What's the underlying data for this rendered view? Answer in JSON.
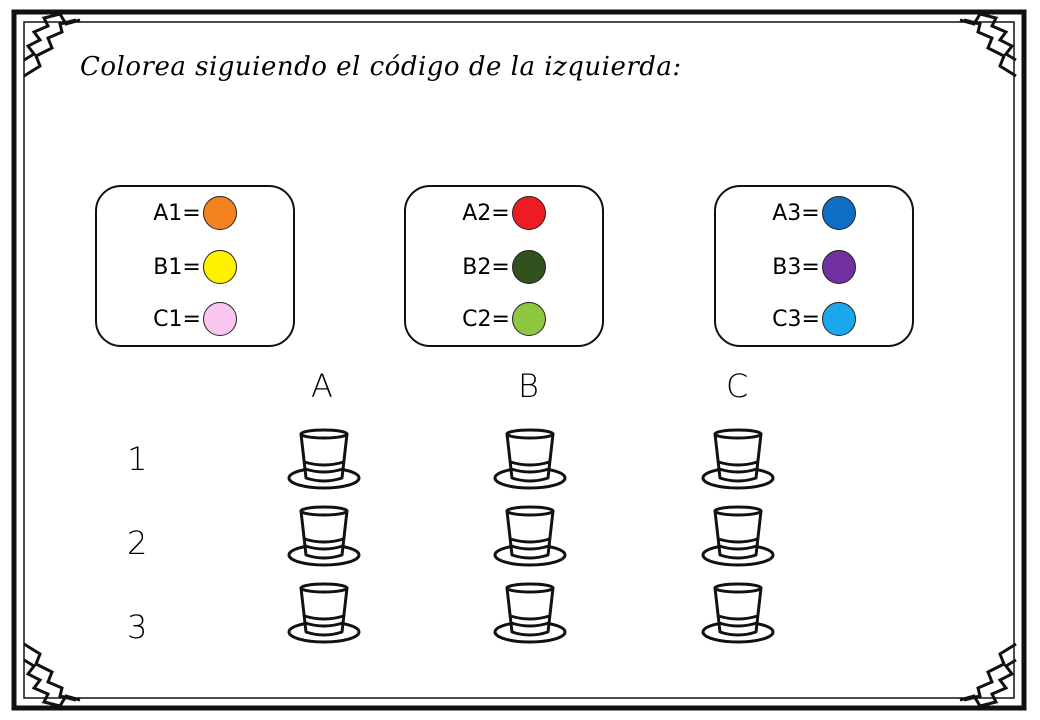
{
  "title": "Colorea siguiendo el código de la izquierda:",
  "key_boxes": [
    {
      "rows": [
        {
          "label": "A1=",
          "color": "#f58220"
        },
        {
          "label": "B1=",
          "color": "#fff200"
        },
        {
          "label": "C1=",
          "color": "#f9c6f0"
        }
      ]
    },
    {
      "rows": [
        {
          "label": "A2=",
          "color": "#ed1c24"
        },
        {
          "label": "B2=",
          "color": "#33501f"
        },
        {
          "label": "C2=",
          "color": "#8dc63f"
        }
      ]
    },
    {
      "rows": [
        {
          "label": "A3=",
          "color": "#0e6dc4"
        },
        {
          "label": "B3=",
          "color": "#7030a0"
        },
        {
          "label": "C3=",
          "color": "#1aa7ec"
        }
      ]
    }
  ],
  "grid": {
    "columns": [
      "A",
      "B",
      "C"
    ],
    "rows": [
      "1",
      "2",
      "3"
    ]
  },
  "icons": {
    "hat": "top-hat-icon",
    "corner": "zigzag-corner-icon"
  }
}
